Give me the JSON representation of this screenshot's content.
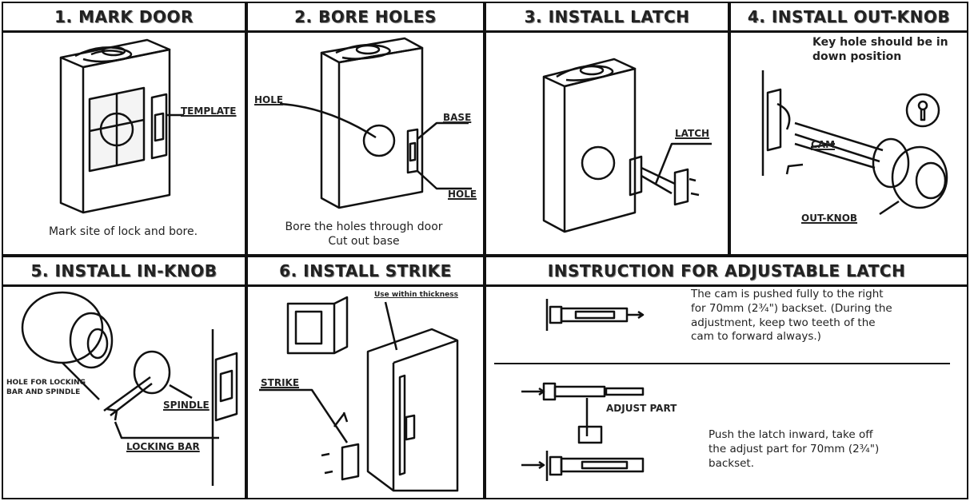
{
  "panels": [
    {
      "title": "1.   MARK DOOR",
      "labels": {
        "template": "TEMPLATE"
      },
      "caption": "Mark site of lock and bore."
    },
    {
      "title": "2.   BORE HOLES",
      "labels": {
        "hole_left": "HOLE",
        "base": "BASE",
        "hole_right": "HOLE"
      },
      "caption_lines": [
        "Bore the holes through door",
        "Cut out base"
      ]
    },
    {
      "title": "3.   INSTALL LATCH",
      "labels": {
        "latch": "LATCH"
      }
    },
    {
      "title": "4. INSTALL OUT-KNOB",
      "note_lines": [
        "Key hole should be in",
        "down position"
      ],
      "labels": {
        "cam": "CAM",
        "out_knob": "OUT-KNOB"
      }
    },
    {
      "title": "5.   INSTALL IN-KNOB",
      "labels": {
        "hole_lines": [
          "HOLE FOR LOCKING",
          "BAR AND SPINDLE"
        ],
        "spindle": "SPINDLE",
        "locking_bar": "LOCKING BAR"
      }
    },
    {
      "title": "6.   INSTALL STRIKE",
      "labels": {
        "thickness": "Use within thickness",
        "strike": "STRIKE"
      }
    },
    {
      "title": "INSTRUCTION FOR ADJUSTABLE LATCH",
      "step1_lines": [
        "The cam is pushed fully to the right",
        "for 70mm (2¾\") backset. (During the",
        "adjustment, keep two teeth of the",
        "cam to forward always.)"
      ],
      "labels": {
        "adjust_part": "ADJUST PART"
      },
      "step2_lines": [
        "Push the latch inward, take off",
        "the adjust part for 70mm (2¾\")",
        "backset."
      ]
    }
  ],
  "colors": {
    "ink": "#111111",
    "paper": "#ffffff"
  }
}
